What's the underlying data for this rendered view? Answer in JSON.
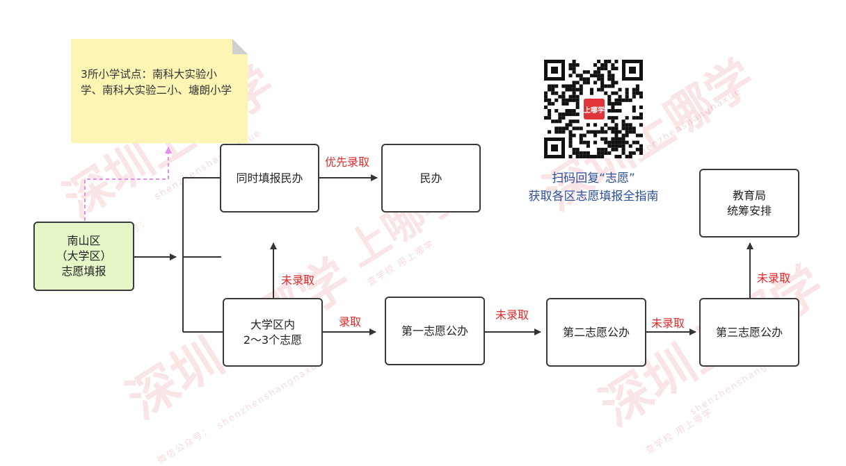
{
  "note": {
    "text": "3所小学试点：南科大实验小学、南科大实验二小、塘朗小学"
  },
  "nodes": {
    "start": "南山区\n（大学区）\n志愿填报",
    "parallel_private": "同时填报民办",
    "private": "民办",
    "university_district": "大学区内\n2～3个志愿",
    "first_choice": "第一志愿公办",
    "second_choice": "第二志愿公办",
    "third_choice": "第三志愿公办",
    "education_bureau": "教育局\n统筹安排"
  },
  "edge_labels": {
    "priority_admit": "优先录取",
    "not_admitted_up": "未录取",
    "admitted": "录取",
    "not_admitted_1": "未录取",
    "not_admitted_2": "未录取",
    "not_admitted_3": "未录取"
  },
  "qr": {
    "line1": "扫码回复“志愿”",
    "line2": "获取各区志愿填报全指南",
    "logo_text": "上哪学"
  },
  "watermark": {
    "brand_cn": "深圳上哪学",
    "short_cn": "上哪学",
    "pinyin": "shenzhenshangnaxue",
    "wechat": "微信公众号：",
    "slogan": "查学校 用上哪学"
  },
  "colors": {
    "note_bg": "#fcf5b4",
    "start_bg": "#e5f6c7",
    "label_red": "#e02a2a",
    "qr_text_blue": "#2c4f9a",
    "dashed_connector": "#e58ef0"
  }
}
